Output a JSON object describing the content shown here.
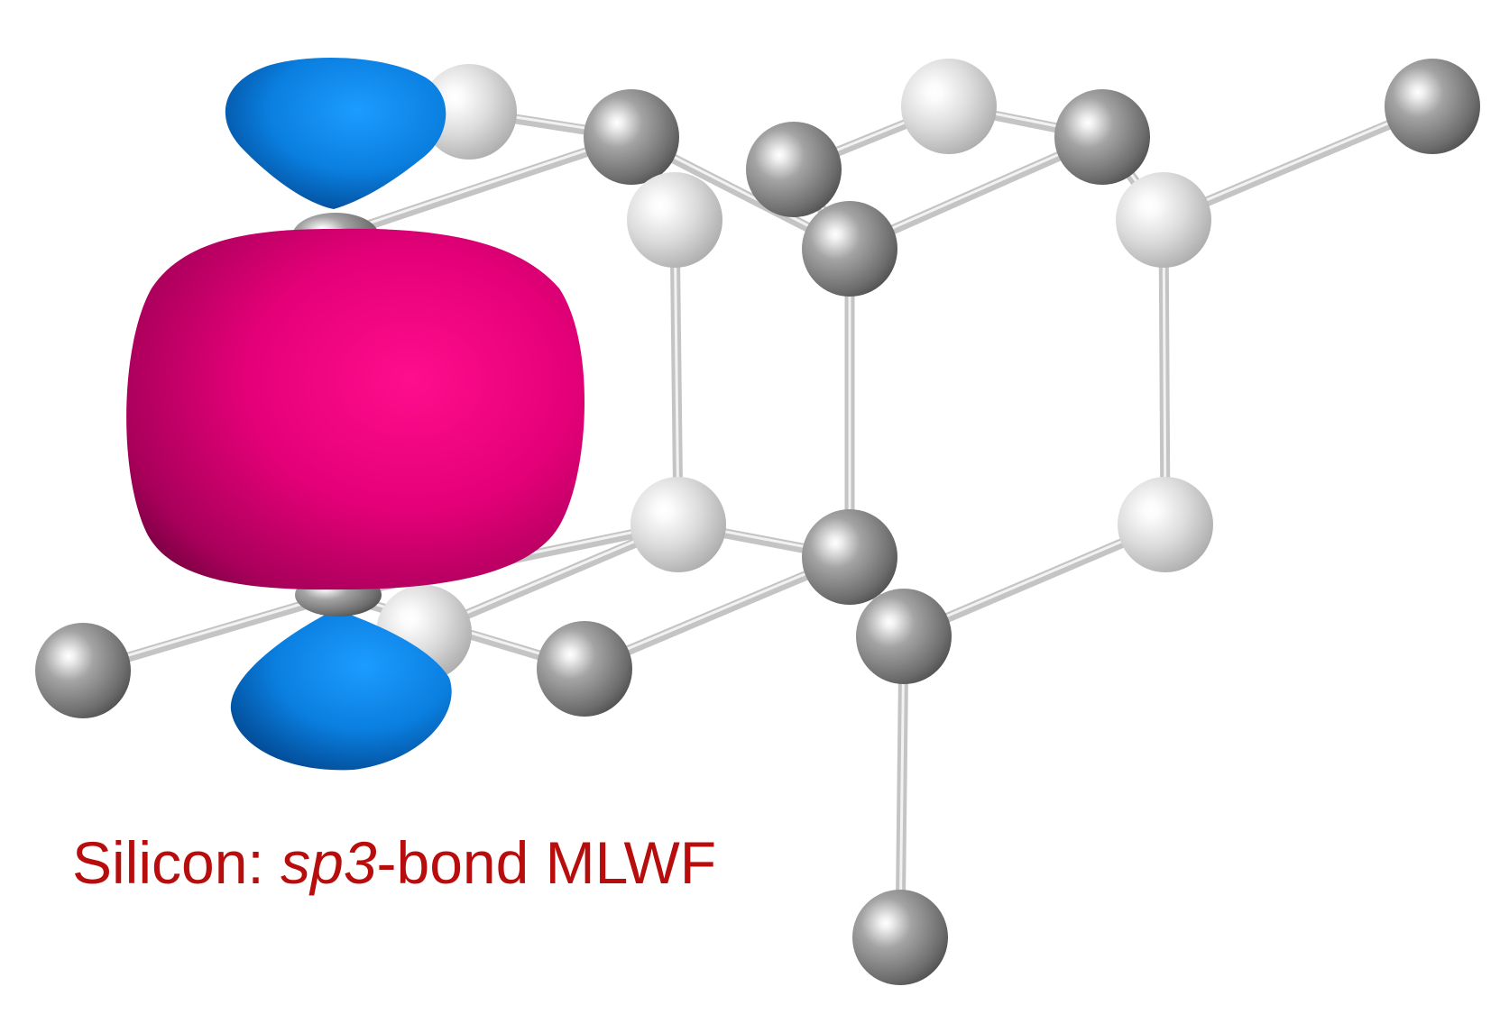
{
  "caption": {
    "prefix": "Silicon: ",
    "italic": "sp3",
    "suffix": "-bond MLWF"
  },
  "colors": {
    "caption": "#b80d0d",
    "positive_lobe": "#e8007a",
    "negative_lobe": "#1080e0",
    "atom_front": "#8c8c8c",
    "atom_back": "#d8d8d8",
    "bond": "#c4c4c4"
  },
  "scene": {
    "structure": "diamond-lattice silicon (ball-and-stick)",
    "atom_count": 20,
    "orbital": "sp3-bond maximally localized Wannier function isosurface"
  }
}
